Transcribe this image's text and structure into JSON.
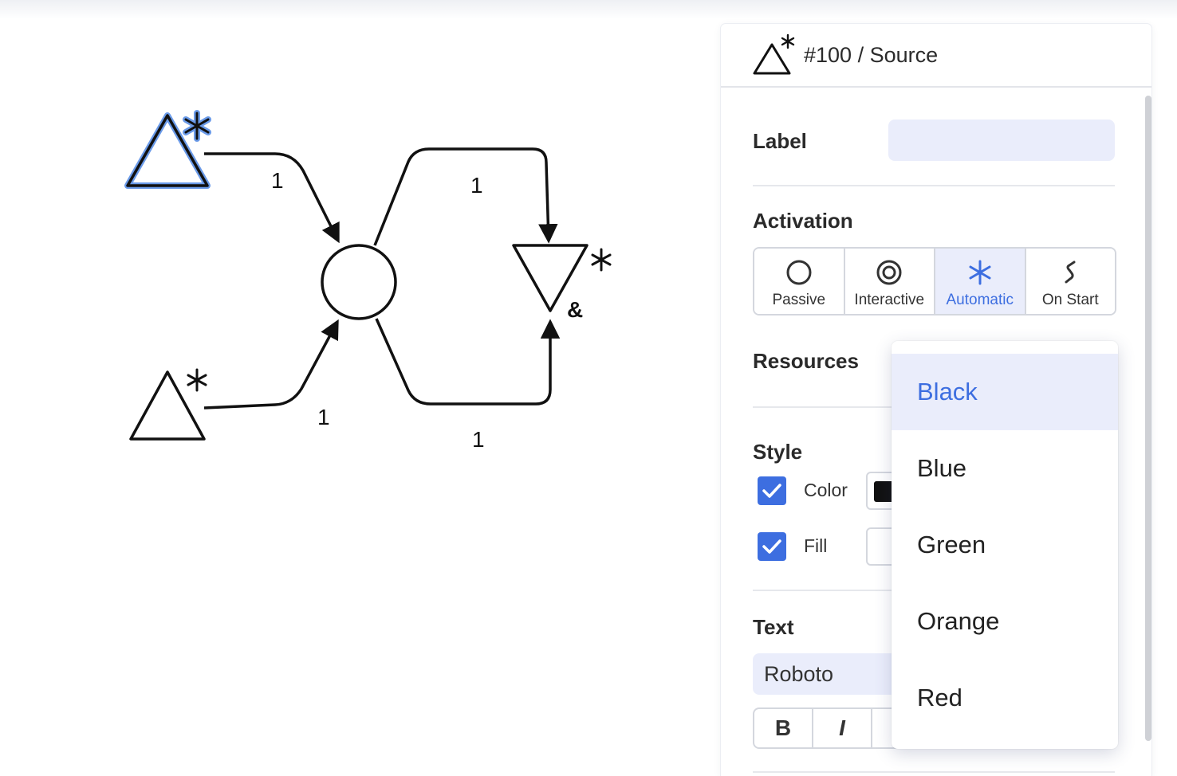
{
  "panel": {
    "title": "#100 / Source",
    "header_icon": "source-triangle-asterisk-icon",
    "sections": {
      "label": "Label",
      "activation": "Activation",
      "resources": "Resources",
      "style": "Style",
      "text": "Text"
    },
    "label_value": "",
    "activation_options": [
      {
        "label": "Passive",
        "icon": "circle-icon",
        "selected": false
      },
      {
        "label": "Interactive",
        "icon": "target-icon",
        "selected": false
      },
      {
        "label": "Automatic",
        "icon": "asterisk-icon",
        "selected": true
      },
      {
        "label": "On Start",
        "icon": "s-curve-icon",
        "selected": false
      }
    ],
    "style": {
      "color_label": "Color",
      "color_checked": true,
      "fill_label": "Fill",
      "fill_checked": true,
      "swatch_color": "#111111"
    },
    "text": {
      "font": "Roboto",
      "bold_label": "B",
      "italic_label": "I"
    }
  },
  "dropdown": {
    "items": [
      "Black",
      "Blue",
      "Green",
      "Orange",
      "Red"
    ],
    "selected": "Black"
  },
  "diagram": {
    "edge_labels": [
      "1",
      "1",
      "1",
      "1"
    ],
    "colors": {
      "accent": "#3d6ee0",
      "selection_halo": "#6a9ae8",
      "stroke": "#111111"
    }
  }
}
